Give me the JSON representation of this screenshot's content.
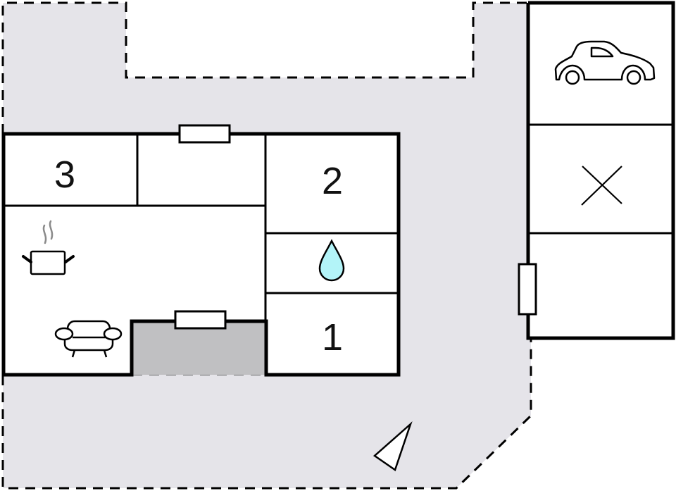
{
  "floorplan": {
    "colors": {
      "background": "#ffffff",
      "plot_fill": "#e5e4e9",
      "terrace_fill": "#c0c0c2",
      "wall": "#000000",
      "room_fill": "#ffffff",
      "water_drop_fill": "#b3f4f8",
      "steam": "#8a8a8a"
    },
    "rooms": [
      {
        "id": "bedroom-3",
        "label": "3",
        "type": "bedroom"
      },
      {
        "id": "hallway",
        "label": "",
        "type": "hall"
      },
      {
        "id": "bedroom-2",
        "label": "2",
        "type": "bedroom"
      },
      {
        "id": "bathroom",
        "label": "",
        "type": "bathroom",
        "icon": "water-drop-icon"
      },
      {
        "id": "bedroom-1",
        "label": "1",
        "type": "bedroom"
      },
      {
        "id": "kitchen-living",
        "label": "",
        "type": "kitchen-living",
        "icons": [
          "cooking-pot-icon",
          "sofa-icon"
        ]
      },
      {
        "id": "terrace",
        "label": "",
        "type": "terrace"
      },
      {
        "id": "carport",
        "label": "",
        "type": "garage",
        "icon": "car-icon"
      },
      {
        "id": "storage",
        "label": "",
        "type": "storage",
        "icon": "cross-icon"
      },
      {
        "id": "annex",
        "label": "",
        "type": "annex"
      }
    ],
    "icons": {
      "compass": "north-arrow-icon",
      "doors": [
        "door-top-hallway",
        "door-terrace",
        "door-annex"
      ]
    }
  }
}
